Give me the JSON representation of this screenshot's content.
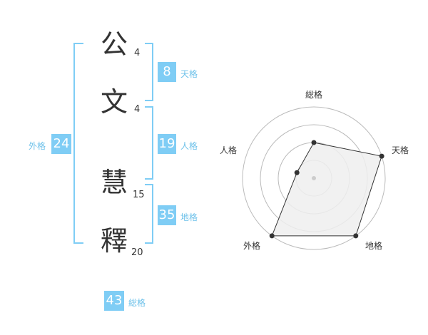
{
  "name_chars": [
    {
      "char": "公",
      "strokes": "4"
    },
    {
      "char": "文",
      "strokes": "4"
    },
    {
      "char": "慧",
      "strokes": "15"
    },
    {
      "char": "釋",
      "strokes": "20"
    }
  ],
  "fortunes": {
    "tenkaku": {
      "value": "8",
      "label": "天格"
    },
    "jinkaku": {
      "value": "19",
      "label": "人格"
    },
    "chikaku": {
      "value": "35",
      "label": "地格"
    },
    "gaikaku": {
      "value": "24",
      "label": "外格"
    },
    "soukaku": {
      "value": "43",
      "label": "総格"
    }
  },
  "chart_data": {
    "type": "radar",
    "axes": [
      "総格",
      "天格",
      "地格",
      "外格",
      "人格"
    ],
    "rings": 4,
    "values": [
      2,
      4,
      4,
      4,
      1
    ],
    "max": 4,
    "colors": {
      "fill": "#eeeeee",
      "line": "#333333",
      "grid": "#bbbbbb",
      "center": "#cccccc"
    }
  }
}
